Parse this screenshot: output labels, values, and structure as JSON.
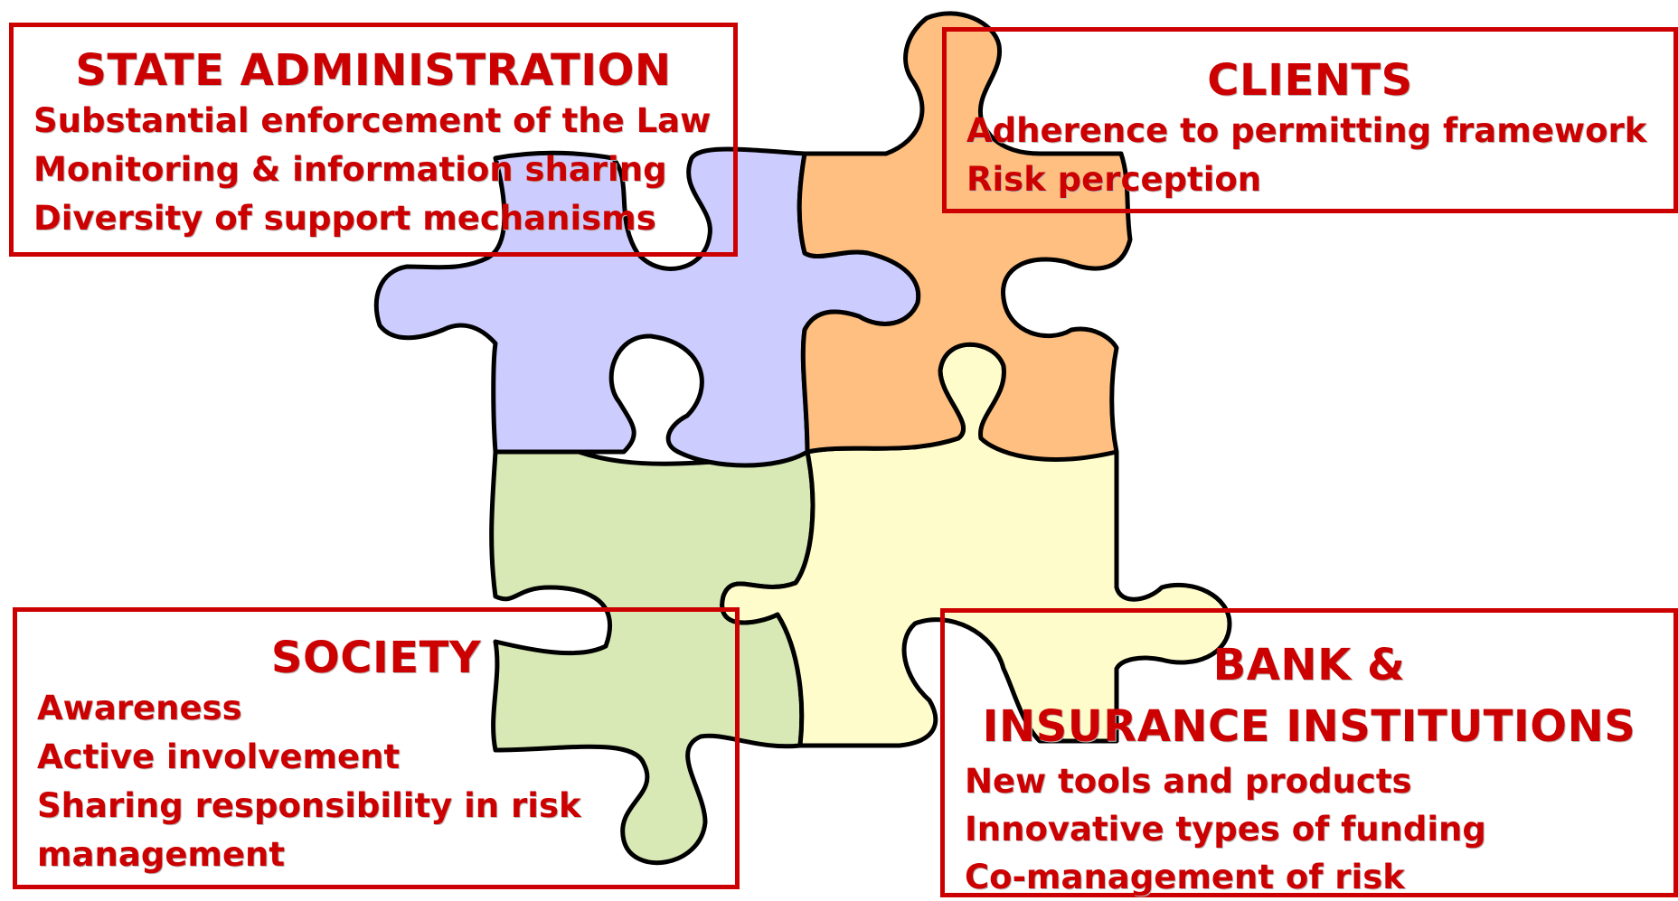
{
  "colors": {
    "text": "#cc0000",
    "border": "#cc0000",
    "piece_state": "#ccccff",
    "piece_clients": "#ffbf80",
    "piece_society": "#d8e9b6",
    "piece_bank": "#fffccc",
    "outline": "#000000"
  },
  "state_administration": {
    "title": "STATE ADMINISTRATION",
    "items": [
      "Substantial enforcement of the Law",
      "Monitoring & information sharing",
      "Diversity of support mechanisms"
    ]
  },
  "clients": {
    "title": "CLIENTS",
    "items": [
      "Adherence to permitting framework",
      "Risk perception"
    ]
  },
  "society": {
    "title": "SOCIETY",
    "items": [
      "Awareness",
      "Active involvement",
      "Sharing responsibility in risk",
      "management"
    ]
  },
  "bank_insurance": {
    "title_line1": "BANK &",
    "title_line2": "INSURANCE INSTITUTIONS",
    "items": [
      "New tools and products",
      "Innovative types of funding",
      "Co-management of risk"
    ]
  }
}
